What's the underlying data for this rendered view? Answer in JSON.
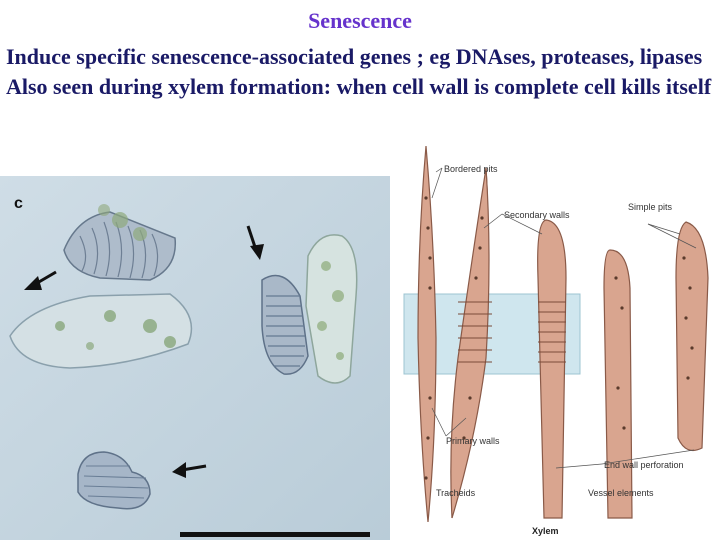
{
  "slide": {
    "title": "Senescence",
    "bullets": [
      "Induce specific senescence-associated genes ; eg DNAses, proteases, lipases",
      "Also seen during xylem formation: when cell wall is complete cell kills itself"
    ]
  },
  "photo": {
    "panel_letter": "c"
  },
  "diagram": {
    "labels": {
      "bordered_pits": "Bordered pits",
      "secondary_walls": "Secondary walls",
      "simple_pits": "Simple pits",
      "primary_walls": "Primary walls",
      "end_wall_perforation": "End wall perforation",
      "tracheids": "Tracheids",
      "vessel_elements": "Vessel elements",
      "xylem": "Xylem"
    },
    "colors": {
      "cell_fill": "#d9a58f",
      "cell_stroke": "#8a5a48",
      "band_fill": "#cfe6ee"
    }
  }
}
